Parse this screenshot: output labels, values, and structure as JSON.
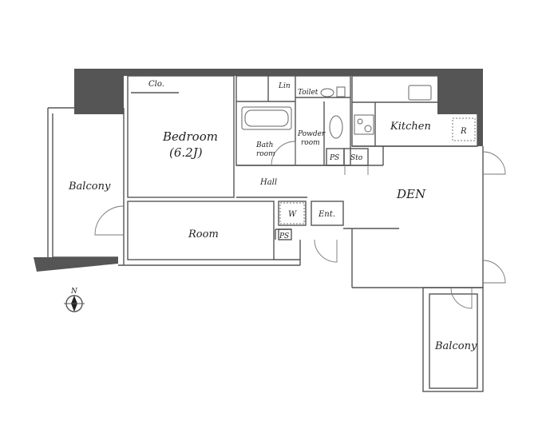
{
  "rooms": {
    "closet": "Clo.",
    "bedroom": "Bedroom",
    "bedroom_size": "(6.2J)",
    "linen": "Lin",
    "toilet": "Toilet",
    "bathroom_line1": "Bath",
    "bathroom_line2": "room",
    "powder_line1": "Powder",
    "powder_line2": "room",
    "kitchen": "Kitchen",
    "refrigerator": "R",
    "pipe_space_top": "PS",
    "storage": "Sto",
    "hall": "Hall",
    "den": "DEN",
    "washer": "W",
    "entrance": "Ent.",
    "pipe_space_bottom": "PS",
    "room": "Room",
    "balcony_west": "Balcony",
    "balcony_south": "Balcony"
  },
  "compass": {
    "north_label": "N"
  },
  "colors": {
    "wall": "#555555",
    "thin_line": "#666666",
    "background": "#ffffff"
  }
}
